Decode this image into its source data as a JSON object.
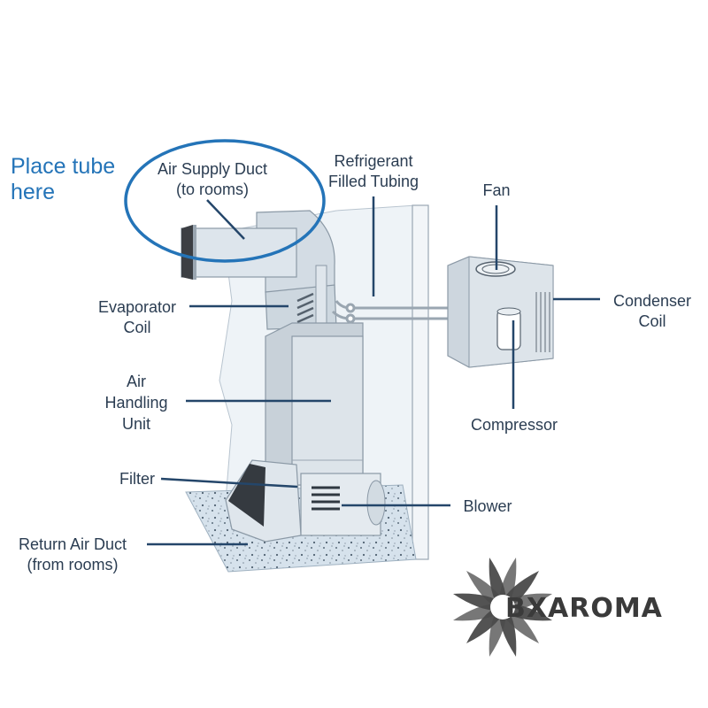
{
  "annotation": {
    "line1": "Place tube",
    "line2": "here",
    "highlight_color": "#2474b8"
  },
  "labels": {
    "air_supply_duct": [
      "Air Supply Duct",
      "(to rooms)"
    ],
    "refrigerant_tubing": [
      "Refrigerant",
      "Filled Tubing"
    ],
    "fan": [
      "Fan"
    ],
    "condenser_coil": [
      "Condenser",
      "Coil"
    ],
    "evaporator_coil": [
      "Evaporator",
      "Coil"
    ],
    "air_handling_unit": [
      "Air",
      "Handling",
      "Unit"
    ],
    "compressor": [
      "Compressor"
    ],
    "filter": [
      "Filter"
    ],
    "blower": [
      "Blower"
    ],
    "return_air_duct": [
      "Return Air Duct",
      "(from rooms)"
    ]
  },
  "logo": {
    "text": "BXAROMA",
    "color": "#3a3a3a"
  },
  "colors": {
    "label_text": "#2b3d52",
    "leader_line": "#24466a"
  }
}
